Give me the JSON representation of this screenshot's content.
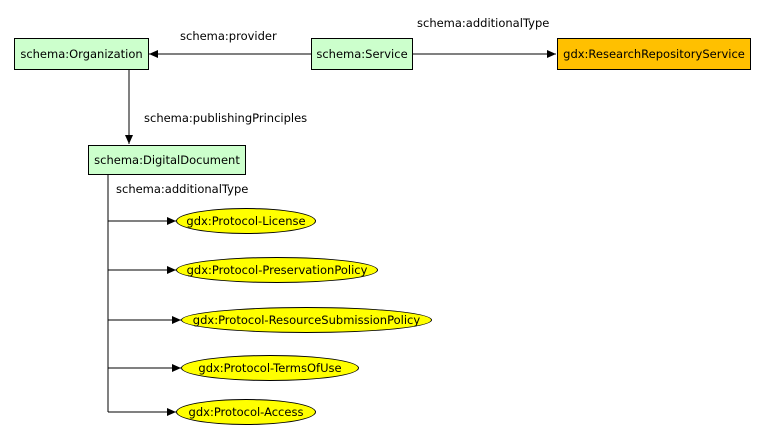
{
  "colors": {
    "schema_node_fill": "#ccffcc",
    "gdx_class_fill": "#ffc000",
    "gdx_instance_fill": "#ffff00",
    "edge": "#000000"
  },
  "nodes": {
    "organization": "schema:Organization",
    "service": "schema:Service",
    "research_repository_service": "gdx:ResearchRepositoryService",
    "digital_document": "schema:DigitalDocument",
    "protocol_license": "gdx:Protocol-License",
    "protocol_preservation_policy": "gdx:Protocol-PreservationPolicy",
    "protocol_resource_submission_policy": "gdx:Protocol-ResourceSubmissionPolicy",
    "protocol_terms_of_use": "gdx:Protocol-TermsOfUse",
    "protocol_access": "gdx:Protocol-Access"
  },
  "edges": {
    "provider": "schema:provider",
    "additional_type_service": "schema:additionalType",
    "publishing_principles": "schema:publishingPrinciples",
    "additional_type_document": "schema:additionalType"
  }
}
